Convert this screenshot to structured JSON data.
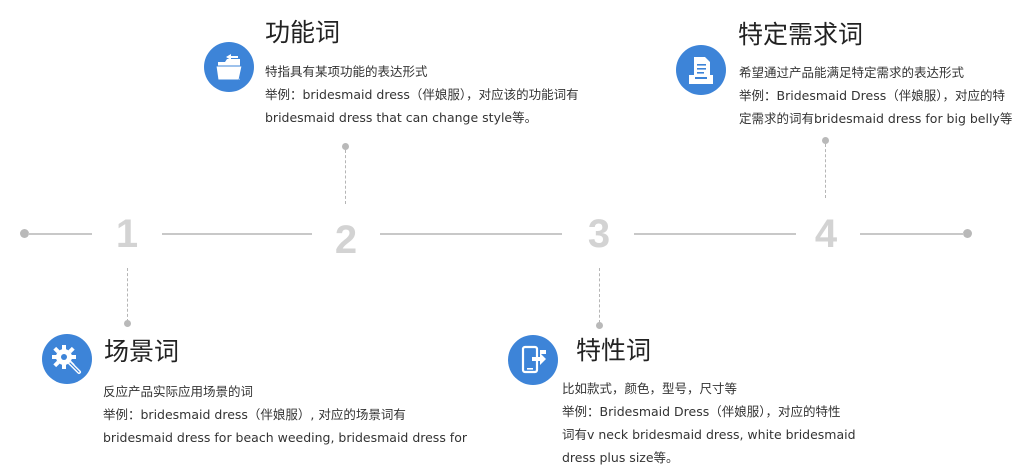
{
  "steps": [
    {
      "number": "1"
    },
    {
      "number": "2"
    },
    {
      "number": "3"
    },
    {
      "number": "4"
    }
  ],
  "cards": {
    "function_words": {
      "icon": "folder-arrow-icon",
      "title": "功能词",
      "lines": [
        "特指具有某项功能的表达形式",
        "举例：bridesmaid dress（伴娘服），对应该的功能词有",
        "bridesmaid dress that can change style等。"
      ]
    },
    "specific_need_words": {
      "icon": "document-tray-icon",
      "title": "特定需求词",
      "lines": [
        "希望通过产品能满足特定需求的表达形式",
        "举例：Bridesmaid Dress（伴娘服），对应的特",
        "定需求的词有bridesmaid dress for big belly等"
      ]
    },
    "scene_words": {
      "icon": "gear-wrench-icon",
      "title": "场景词",
      "lines": [
        "反应产品实际应用场景的词",
        "举例：bridesmaid dress（伴娘服）, 对应的场景词有",
        "bridesmaid dress for beach weeding, bridesmaid dress for"
      ]
    },
    "attribute_words": {
      "icon": "phone-transfer-icon",
      "title": "特性词",
      "lines": [
        "比如款式，颜色，型号，尺寸等",
        "举例：Bridesmaid Dress（伴娘服），对应的特性",
        "词有v neck bridesmaid dress, white bridesmaid",
        "dress plus size等。"
      ]
    }
  },
  "colors": {
    "icon_bg": "#3d84d8",
    "line": "#c8c8c8",
    "number": "#d3d3d3"
  }
}
